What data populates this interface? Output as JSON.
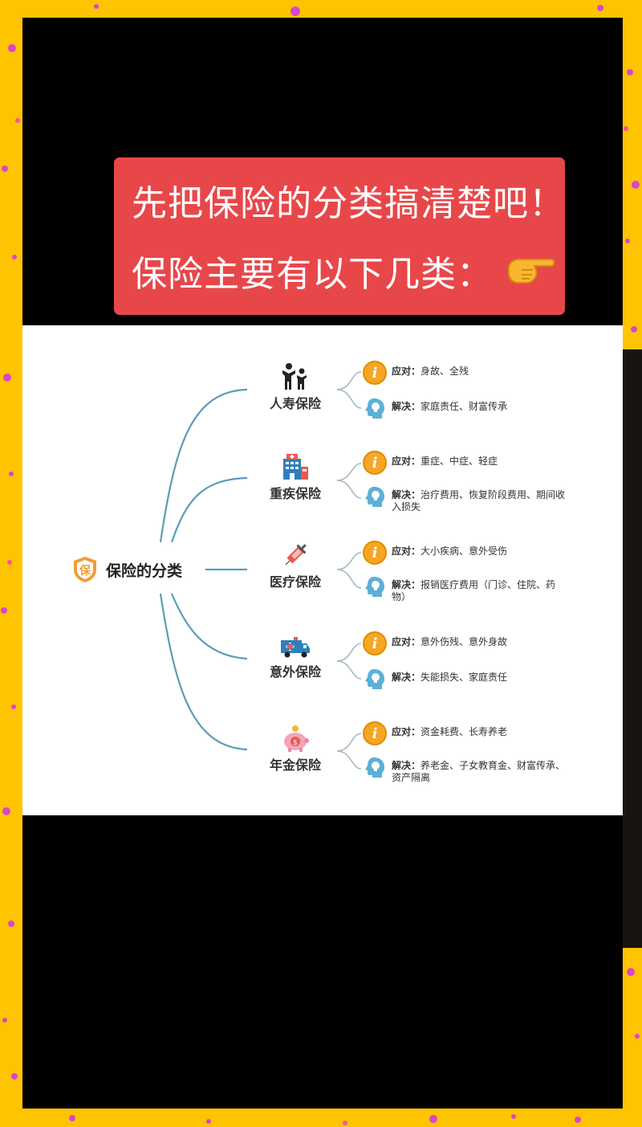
{
  "banner": {
    "line1": "先把保险的分类搞清楚吧！",
    "line2": "保险主要有以下几类："
  },
  "diagram": {
    "root": {
      "label": "保险的分类",
      "badge": "保"
    },
    "response_label": "应对：",
    "solution_label": "解决：",
    "categories": [
      {
        "name": "人寿保险",
        "icon": "family-icon",
        "respond": "身故、全残",
        "solve_lines": [
          "家庭责任、财富传承"
        ]
      },
      {
        "name": "重疾保险",
        "icon": "hospital-icon",
        "respond": "重症、中症、轻症",
        "solve_lines": [
          "治疗费用、恢复阶段费用、期间收",
          "入损失"
        ]
      },
      {
        "name": "医疗保险",
        "icon": "syringe-icon",
        "respond": "大小疾病、意外受伤",
        "solve_lines": [
          "报销医疗费用（门诊、住院、药",
          "物）"
        ]
      },
      {
        "name": "意外保险",
        "icon": "ambulance-icon",
        "respond": "意外伤残、意外身故",
        "solve_lines": [
          "失能损失、家庭责任"
        ]
      },
      {
        "name": "年金保险",
        "icon": "piggy-bank-icon",
        "respond": "资金耗费、长寿养老",
        "solve_lines": [
          "养老金、子女教育金、财富传承、",
          "资产隔离"
        ]
      }
    ]
  },
  "colors": {
    "border": "#ffc400",
    "banner": "#e8474a",
    "connector": "#5b9db5",
    "info_badge": "#f6a623"
  }
}
